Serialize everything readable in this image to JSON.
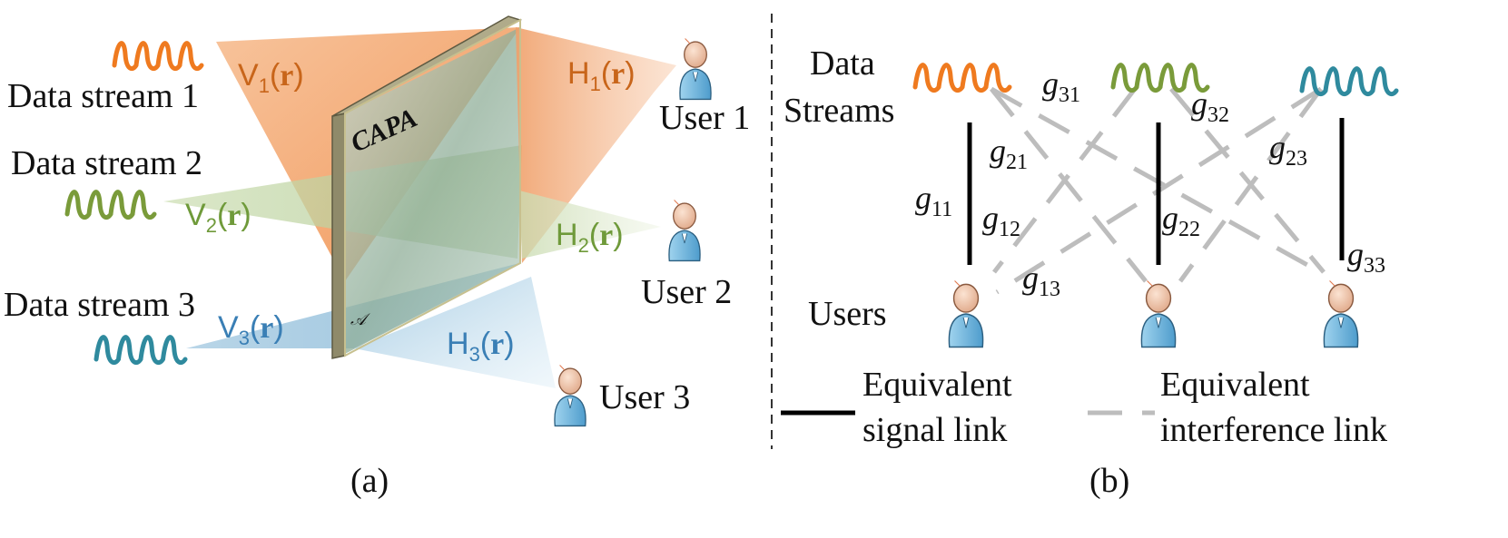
{
  "colors": {
    "stream1": "#ef7a1f",
    "stream2": "#7a9b3a",
    "stream3": "#2f8a9e",
    "v1_label": "#c8651a",
    "v2_label": "#6f9a3a",
    "v3_label": "#3a7fb5",
    "signal_link": "#000000",
    "interference_link": "#bdbdbd"
  },
  "panel_a": {
    "caption": "(a)",
    "streams": [
      "Data stream 1",
      "Data stream 2",
      "Data stream 3"
    ],
    "users": [
      "User 1",
      "User 2",
      "User 3"
    ],
    "surface_label": "CAPA",
    "region_symbol": "𝒜",
    "tx_beams": [
      {
        "name": "V",
        "sub": "1",
        "arg": "r"
      },
      {
        "name": "V",
        "sub": "2",
        "arg": "r"
      },
      {
        "name": "V",
        "sub": "3",
        "arg": "r"
      }
    ],
    "rx_beams": [
      {
        "name": "H",
        "sub": "1",
        "arg": "r"
      },
      {
        "name": "H",
        "sub": "2",
        "arg": "r"
      },
      {
        "name": "H",
        "sub": "3",
        "arg": "r"
      }
    ]
  },
  "panel_b": {
    "caption": "(b)",
    "streams_label_line1": "Data",
    "streams_label_line2": "Streams",
    "users_label": "Users",
    "gains": [
      {
        "g": "g",
        "sub": "11"
      },
      {
        "g": "g",
        "sub": "21"
      },
      {
        "g": "g",
        "sub": "31"
      },
      {
        "g": "g",
        "sub": "12"
      },
      {
        "g": "g",
        "sub": "22"
      },
      {
        "g": "g",
        "sub": "32"
      },
      {
        "g": "g",
        "sub": "13"
      },
      {
        "g": "g",
        "sub": "23"
      },
      {
        "g": "g",
        "sub": "33"
      }
    ],
    "legend": {
      "signal_line1": "Equivalent",
      "signal_line2": "signal link",
      "interference_line1": "Equivalent",
      "interference_line2": "interference link"
    }
  }
}
